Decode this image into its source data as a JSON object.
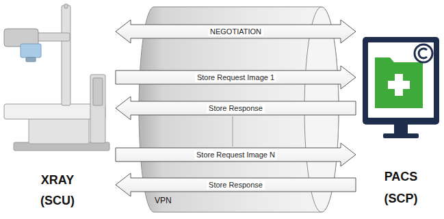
{
  "diagram": {
    "nodes": [
      {
        "text": [
          "XRAY (SCU)"
        ]
      },
      {
        "text": [
          "VPN"
        ]
      },
      {
        "text": [
          "PACS (SCP)"
        ]
      }
    ],
    "edges": [
      {
        "from": 0,
        "to": 2,
        "arrow": "both",
        "label": "NEGOTIATION"
      },
      {
        "from": 0,
        "to": 2,
        "arrow": "to",
        "label": "Store Request Image 1"
      },
      {
        "from": 2,
        "to": 0,
        "arrow": "to",
        "label": "Store Response"
      },
      {
        "from": 0,
        "to": 2,
        "arrow": "to",
        "label": "Store Request Image N"
      },
      {
        "from": 2,
        "to": 0,
        "arrow": "to",
        "label": "Store Response"
      }
    ]
  }
}
